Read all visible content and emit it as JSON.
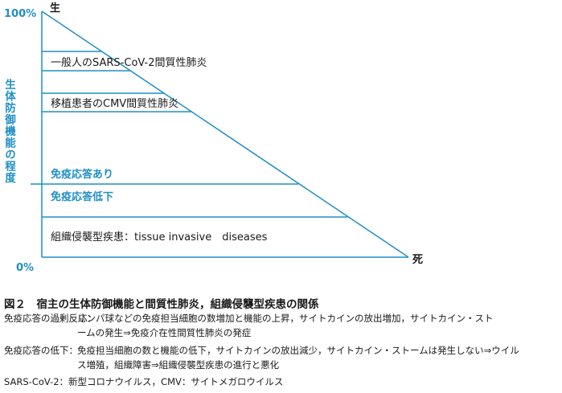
{
  "diagram": {
    "y_top_label": "100%",
    "y_bottom_label": "0%",
    "y_axis_title": "生体防御機能の程度",
    "top_label": "生",
    "bottom_label": "死",
    "band_labels": [
      "一般人のSARS-CoV-2間質性肺炎",
      "移植患者のCMV間質性肺炎",
      "免疫応答あり",
      "免疫応答低下",
      "組織侵襲型疾患：tissue invasive　diseases"
    ]
  },
  "caption": {
    "title": "図２　宿主の生体防御機能と間質性肺炎，組織侵襲型疾患の関係",
    "note1_label": "免疫応答の過剰反応：",
    "note1_text_1": "リンパ球などの免疫担当細胞の数増加と機能の上昇，サイトカインの放出増加，サイトカイン・スト",
    "note1_text_2": "ームの発生⇒免疫介在性間質性肺炎の発症",
    "note2_label": "免疫応答の低下：",
    "note2_text_1": "免疫担当細胞の数と機能の低下，サイトカインの放出減少，サイトカイン・ストームは発生しない⇒ウイル",
    "note2_text_2": "ス増殖，組織障害⇒組織侵襲型疾患の進行と悪化",
    "abbreviations": "SARS-CoV-2：新型コロナウイルス，CMV：サイトメガロウイルス"
  },
  "colors": {
    "accent": "#1f8fc7",
    "text": "#1a1a1a",
    "background": "#ffffff"
  }
}
